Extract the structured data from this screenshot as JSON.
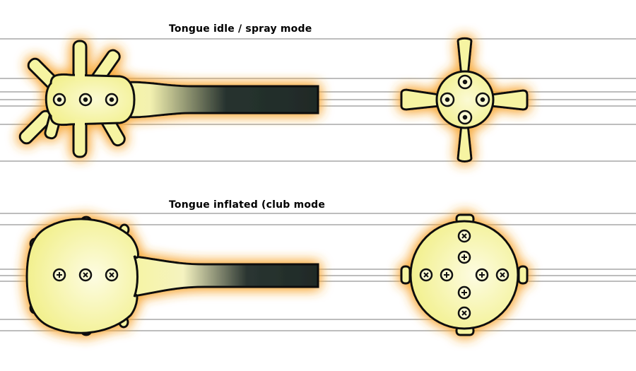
{
  "captions": {
    "idle": "Tongue idle / spray mode",
    "inflated": "Tongue inflated (club mode"
  },
  "views": [
    {
      "mode": "idle-spray",
      "view": "side",
      "nozzle_count": 3,
      "spike_count": 7
    },
    {
      "mode": "idle-spray",
      "view": "front",
      "nozzle_count": 4,
      "spike_count": 4
    },
    {
      "mode": "inflated-club",
      "view": "side",
      "nozzle_count": 3,
      "knob_count": 6
    },
    {
      "mode": "inflated-club",
      "view": "front",
      "nozzle_count": 8,
      "knob_count": 4
    }
  ],
  "colors": {
    "body_fill": "#f6f4a2",
    "body_light": "#fbfad4",
    "glow": "#f7a93a",
    "stalk": "#1f2a27",
    "outline": "#111111",
    "guide_line": "#bdbdbd"
  },
  "icons": {
    "idle_nozzle": "ring-dot-icon",
    "club_nozzle": "cross-screw-icon"
  }
}
